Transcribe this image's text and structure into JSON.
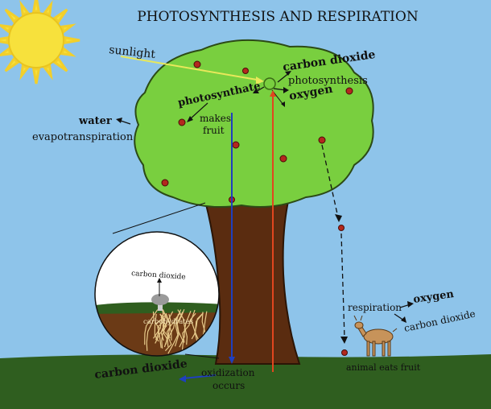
{
  "title": "PHOTOSYNTHESIS AND RESPIRATION",
  "labels": {
    "sunlight": "sunlight",
    "carbon_dioxide_top": "carbon dioxide",
    "photosynthesis": "photosynthesis",
    "oxygen_top": "oxygen",
    "photosynthate": "photosynthate",
    "water": "water",
    "evapotranspiration": "evapotranspiration",
    "makes": "makes",
    "fruit": "fruit",
    "inset_carbon_dioxide": "carbon dioxide",
    "inset_carbohydrates": "carbohydrates",
    "respiration": "respiration",
    "oxygen_right": "oxygen",
    "carbon_dioxide_right": "carbon dioxide",
    "animal_eats_fruit": "animal eats fruit",
    "carbon_dioxide_bottom": "carbon dioxide",
    "oxidization": "oxidization",
    "occurs": "occurs"
  },
  "colors": {
    "sky": "#8ec4ea",
    "sun": "#f7e13c",
    "sun_rays": "#f2cf2b",
    "canopy": "#79cf3f",
    "trunk": "#5a2c10",
    "ground": "#2f5e1f",
    "soil": "#6b3a16",
    "fruit": "#b3281e",
    "sun_arrow": "#e8e85a",
    "sap_down": "#1f3fbf",
    "sap_up": "#e2461e",
    "animal": "#c7935a"
  },
  "icons": [
    "sun-icon",
    "tree-icon",
    "mushroom-icon",
    "animal-icon",
    "fruit-icon"
  ]
}
